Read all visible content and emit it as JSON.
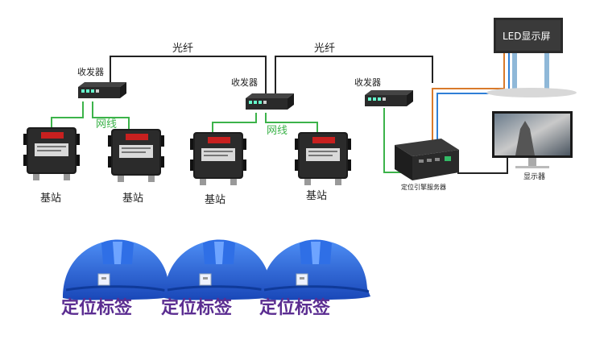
{
  "labels": {
    "fiber_left": "光纤",
    "fiber_right": "光纤",
    "transceiver_1": "收发器",
    "transceiver_2": "收发器",
    "transceiver_3": "收发器",
    "network_cable_left": "网线",
    "network_cable_right": "网线",
    "base_station_1": "基站",
    "base_station_2": "基站",
    "base_station_3": "基站",
    "base_station_4": "基站",
    "led_screen": "LED显示屏",
    "server": "定位引擎服务器",
    "monitor": "显示器",
    "tag_1": "定位标签",
    "tag_2": "定位标签",
    "tag_3": "定位标签"
  },
  "colors": {
    "fiber_line": "#222222",
    "network_line": "#3cb34a",
    "led_link": "#d97a2b",
    "helmet_blue": "#1f5fd6",
    "tag_text": "#5b2d91"
  }
}
